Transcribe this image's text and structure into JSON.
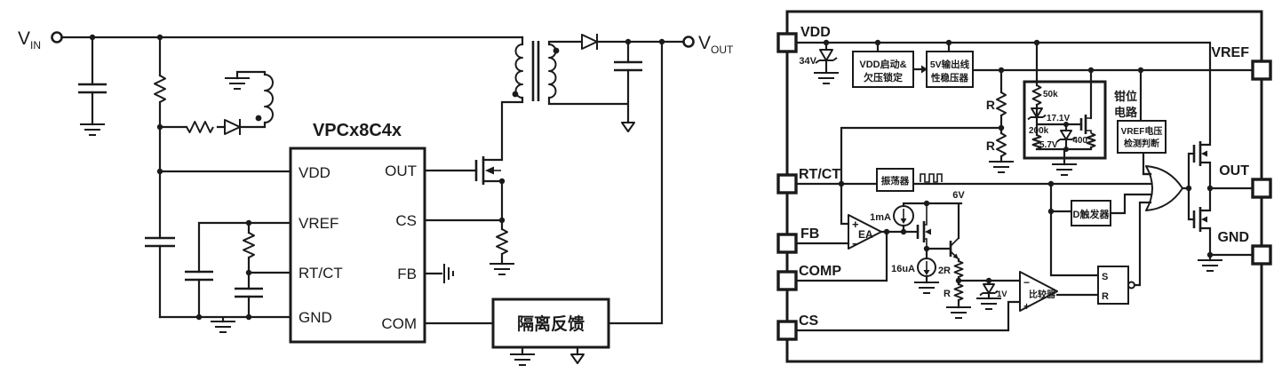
{
  "colors": {
    "ink": "#1a1a1a",
    "bg": "#ffffff"
  },
  "left": {
    "input_terminal": {
      "main": "V",
      "sub": "IN"
    },
    "output_terminal": {
      "main": "V",
      "sub": "OUT"
    },
    "ic": {
      "title": "VPCx8C4x",
      "pins_left": [
        "VDD",
        "VREF",
        "RT/CT",
        "GND"
      ],
      "pins_right": [
        "OUT",
        "CS",
        "FB",
        "COM"
      ]
    },
    "feedback_block_label": "隔离反馈"
  },
  "right": {
    "pins_left": [
      "VDD",
      "RT/CT",
      "FB",
      "COMP",
      "CS"
    ],
    "pins_right": [
      "VREF",
      "OUT",
      "GND"
    ],
    "vdd_zener": "34V",
    "uvlo_block": [
      "VDD启动&",
      "欠压锁定"
    ],
    "ldo_block": [
      "5V输出线",
      "性稳压器"
    ],
    "divider_top": "R",
    "divider_bottom": "R",
    "clamp_label": [
      "钳位",
      "电路"
    ],
    "clamp_values": {
      "r1": "50k",
      "z1": "17.1V",
      "r2": "200k",
      "z2": "5.7V",
      "r3": "400"
    },
    "oscillator_label": "振荡器",
    "error_amp": {
      "label": "EA",
      "plus": "+",
      "minus": "−"
    },
    "current_source_top": "1mA",
    "rail_6v": "6V",
    "current_source_bias": "16uA",
    "r_2r": "2R",
    "r_r": "R",
    "z_1v": "1V",
    "comparator": {
      "label": "比较器",
      "plus": "+",
      "minus": "−"
    },
    "latch": {
      "s": "S",
      "r": "R"
    },
    "dff_label": "D触发器",
    "vref_detect": [
      "VREF电压",
      "检测判断"
    ]
  }
}
